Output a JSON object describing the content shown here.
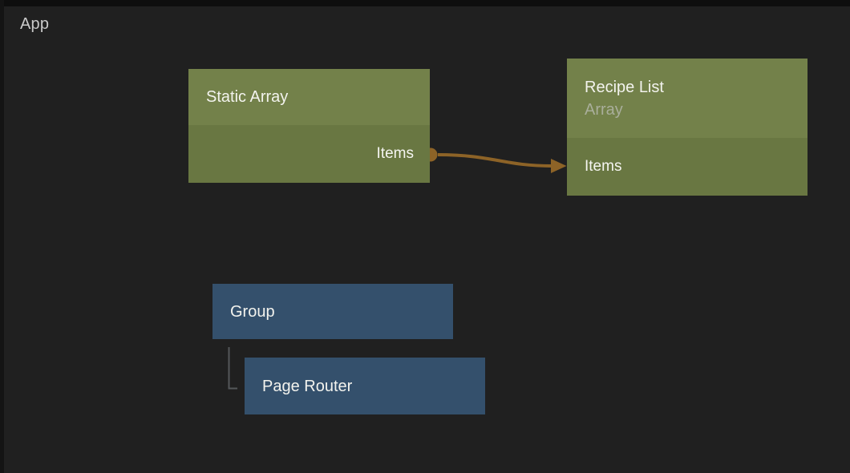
{
  "header": {
    "label": "App"
  },
  "colors": {
    "canvas-bg": "#202020",
    "edge-top": "#0e0e0e",
    "edge-left": "#141414",
    "node-green-header": "#73814a",
    "node-green-body": "#697742",
    "node-blue": "#34506c",
    "wire": "#8d6327",
    "hierarchy-line": "#54575a",
    "node-title": "#f3f3ee",
    "node-subtitle": "#a9ae9b",
    "app-label": "#cacaca"
  },
  "nodes": [
    {
      "id": "static-array",
      "title": "Static Array",
      "outputs": [
        {
          "label": "Items"
        }
      ]
    },
    {
      "id": "recipe-list",
      "title": "Recipe List",
      "subtitle": "Array",
      "inputs": [
        {
          "label": "Items"
        }
      ]
    },
    {
      "id": "group",
      "title": "Group"
    },
    {
      "id": "page-router",
      "title": "Page Router"
    }
  ],
  "connections": [
    {
      "from_node": "Static Array",
      "from_port": "Items",
      "to_node": "Recipe List",
      "to_port": "Items"
    }
  ],
  "hierarchy": [
    {
      "parent": "Group",
      "child": "Page Router"
    }
  ]
}
